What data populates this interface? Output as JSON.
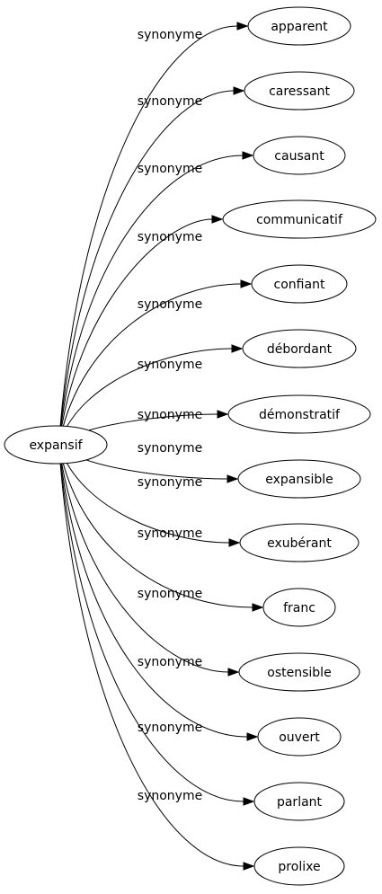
{
  "source": {
    "label": "expansif"
  },
  "edge_label": "synonyme",
  "targets": [
    {
      "label": "apparent"
    },
    {
      "label": "caressant"
    },
    {
      "label": "causant"
    },
    {
      "label": "communicatif"
    },
    {
      "label": "confiant"
    },
    {
      "label": "débordant"
    },
    {
      "label": "démonstratif"
    },
    {
      "label": "expansible"
    },
    {
      "label": "exubérant"
    },
    {
      "label": "franc"
    },
    {
      "label": "ostensible"
    },
    {
      "label": "ouvert"
    },
    {
      "label": "parlant"
    },
    {
      "label": "prolixe"
    }
  ]
}
